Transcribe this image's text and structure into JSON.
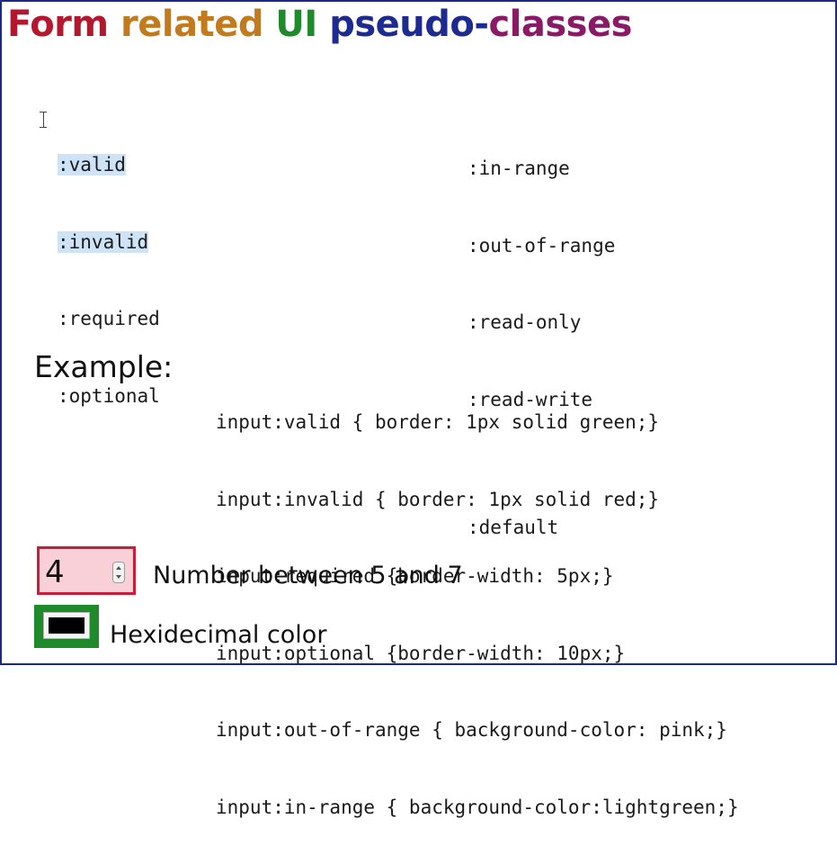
{
  "slide": {
    "title_parts": [
      {
        "text": "Form ",
        "color": "#b5172f"
      },
      {
        "text": "related ",
        "color": "#c27a1c"
      },
      {
        "text": "UI ",
        "color": "#1f8a2b"
      },
      {
        "text": "pseudo-",
        "color": "#1d2a8f"
      },
      {
        "text": "classes",
        "color": "#8a1a66"
      }
    ]
  },
  "left_list": [
    ":valid",
    ":invalid",
    ":required",
    ":optional"
  ],
  "right_list": [
    ":in-range",
    ":out-of-range",
    ":read-only",
    ":read-write",
    "",
    ":default"
  ],
  "example": {
    "label": "Example:",
    "code_lines": [
      "input:valid { border: 1px solid green;}",
      "input:invalid { border: 1px solid red;}",
      "input:required {border-width: 5px;}",
      "input:optional {border-width: 10px;}",
      "input:out-of-range { background-color: pink;}",
      "input:in-range { background-color:lightgreen;}"
    ]
  },
  "demo": {
    "number_value": "4",
    "number_label": "Number between 5 and 7",
    "color_value": "#000000",
    "color_label": "Hexidecimal color"
  },
  "colors": {
    "invalid_border": "#c81e3a",
    "out_of_range_bg": "#fad0d8",
    "valid_border": "#1e8a2a",
    "selection_highlight": "#cfe3f7"
  },
  "icons": {
    "cursor": "text-cursor-icon",
    "spinner": "number-spinner-icon"
  }
}
